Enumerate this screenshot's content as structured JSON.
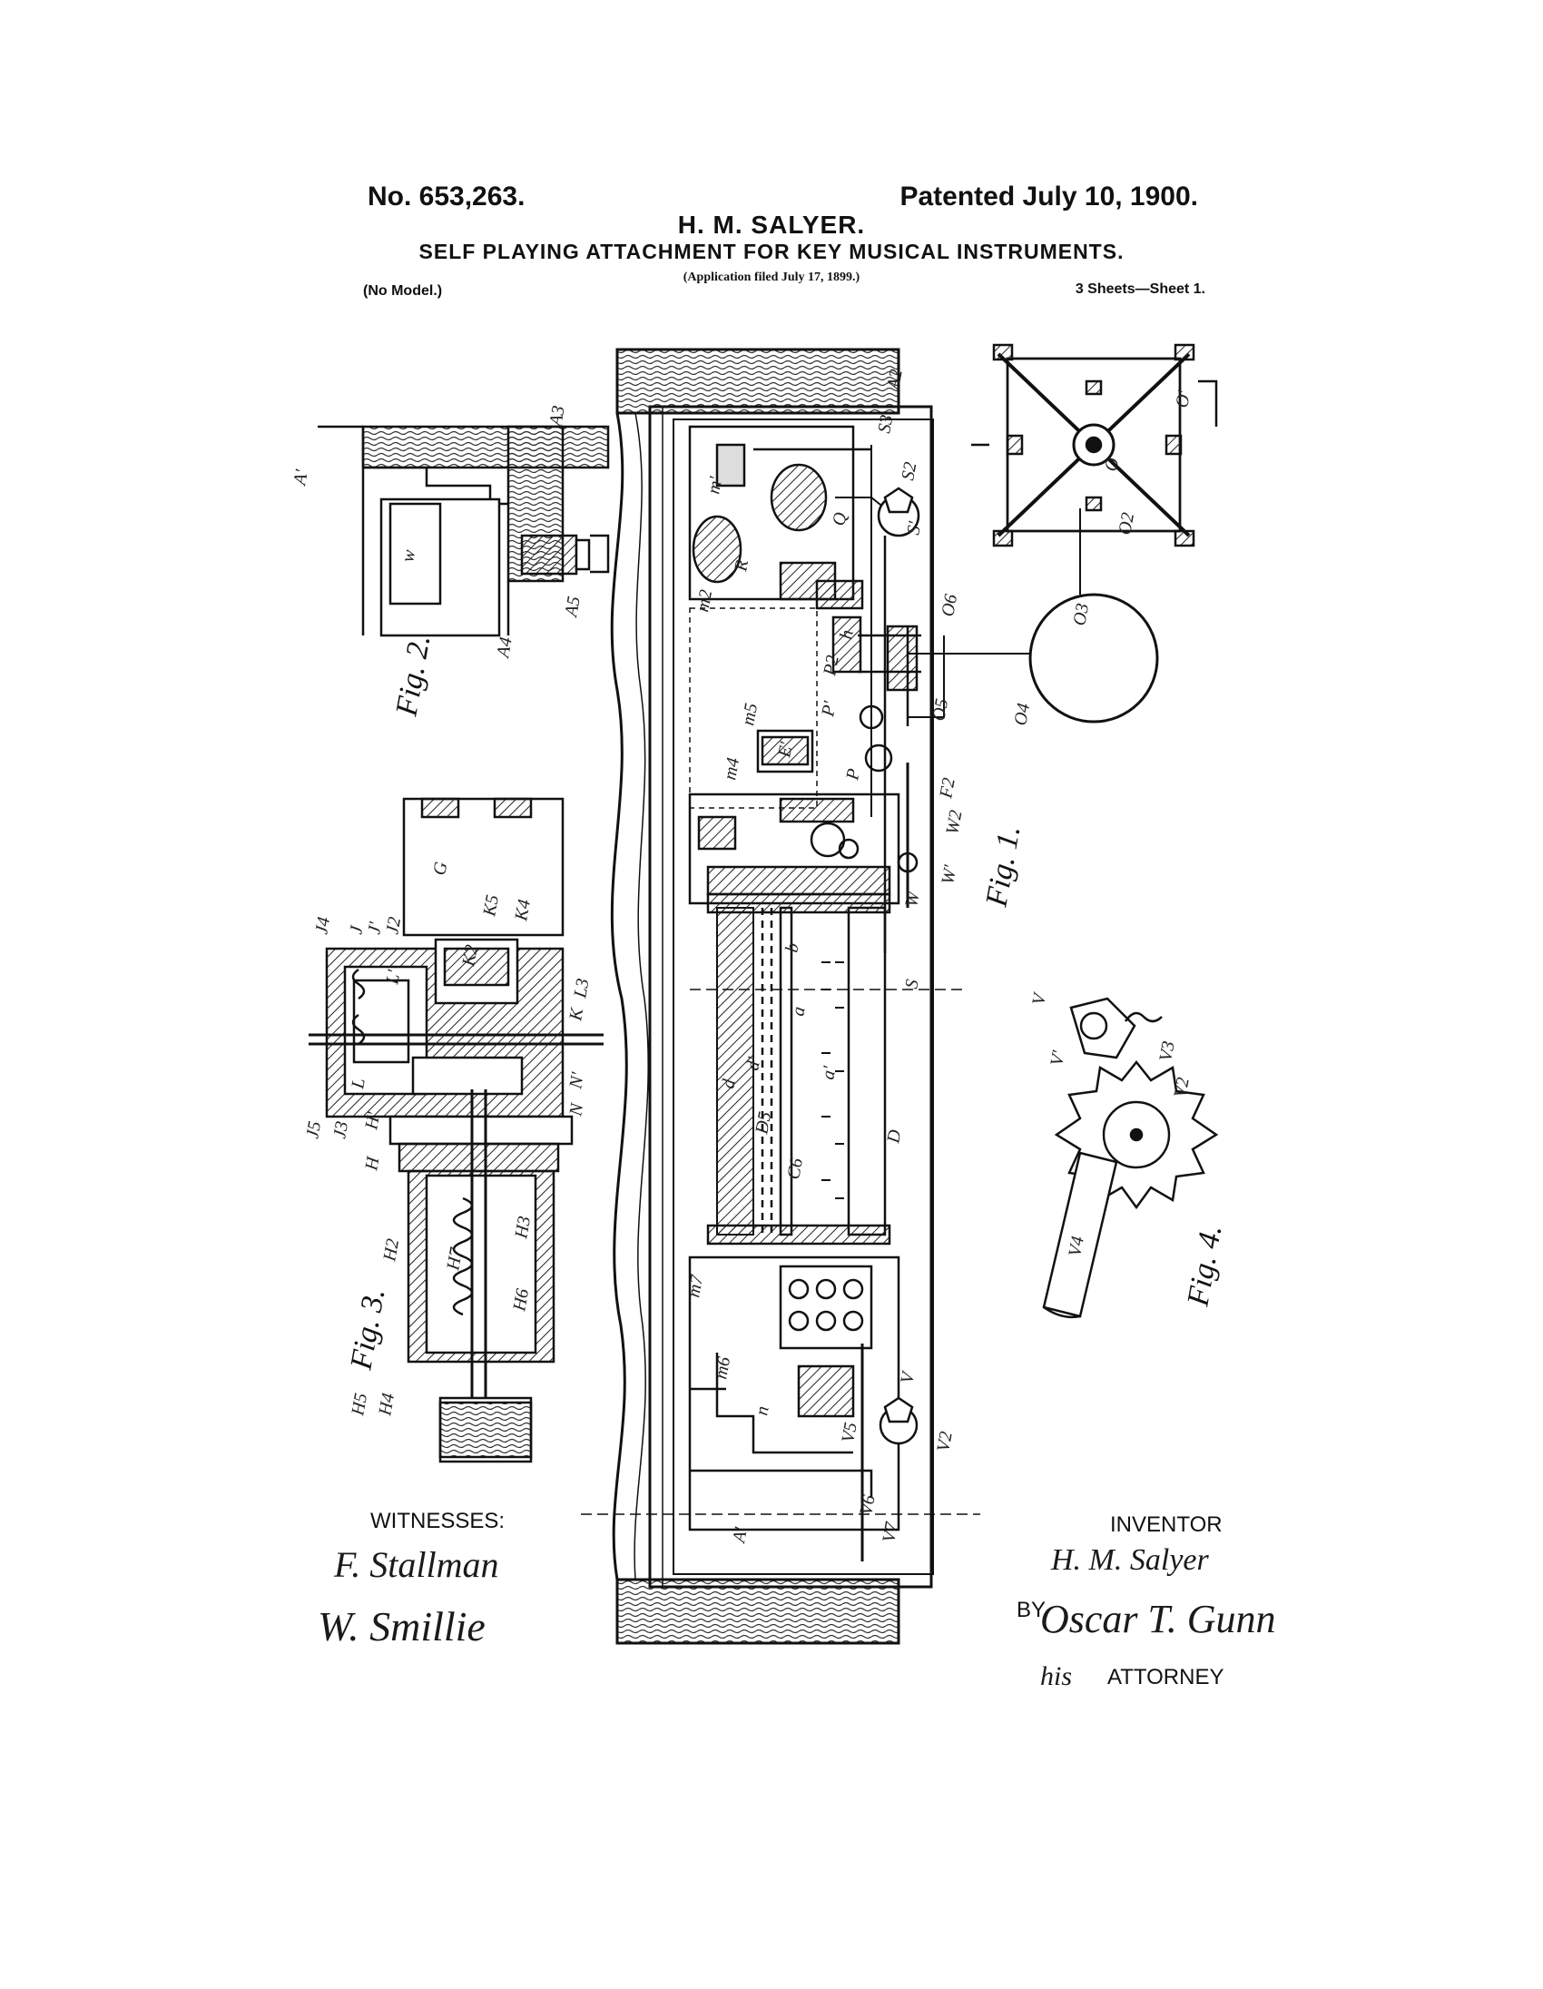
{
  "header": {
    "patent_number": "No. 653,263.",
    "patent_date": "Patented July 10, 1900.",
    "inventor_heading": "H. M. SALYER.",
    "title": "SELF PLAYING ATTACHMENT FOR KEY MUSICAL INSTRUMENTS.",
    "application": "(Application filed July 17, 1899.)",
    "no_model": "(No Model.)",
    "sheets": "3 Sheets—Sheet 1."
  },
  "figures": {
    "fig1": "Fig. 1.",
    "fig2": "Fig. 2.",
    "fig3": "Fig. 3.",
    "fig4": "Fig. 4."
  },
  "signatures": {
    "witnesses_label": "WITNESSES:",
    "witness_1": "F. Stallman",
    "witness_2": "W. Smillie",
    "inventor_label": "INVENTOR",
    "inventor_name": "H. M. Salyer",
    "by_label": "BY",
    "attorney_name": "Oscar T. Gunn",
    "his_label": "his",
    "attorney_label": "ATTORNEY"
  },
  "reference_letters": {
    "fig2": [
      "A'",
      "A3",
      "A4",
      "A5",
      "w"
    ],
    "fig1": [
      "A2",
      "S",
      "S'",
      "S2",
      "S3",
      "Q",
      "R",
      "m'",
      "m2",
      "m5",
      "m4",
      "P",
      "P'",
      "P2",
      "h",
      "O5",
      "O6",
      "O4",
      "O3",
      "O2",
      "O'",
      "O",
      "W",
      "W'",
      "W2",
      "F2",
      "E'",
      "a",
      "a'",
      "d",
      "d'",
      "b",
      "D",
      "D5",
      "C6",
      "m6",
      "m7",
      "n",
      "V",
      "V2",
      "V5",
      "V6",
      "V7",
      "A'"
    ],
    "fig3": [
      "G",
      "K",
      "K4",
      "K5",
      "K2",
      "J",
      "J'",
      "J2",
      "J3",
      "J4",
      "J5",
      "L",
      "L'",
      "L3",
      "N",
      "N'",
      "H",
      "H'",
      "H2",
      "H3",
      "H4",
      "H5",
      "H6",
      "H7"
    ],
    "fig4": [
      "V",
      "V'",
      "V2",
      "V3",
      "V4"
    ]
  }
}
